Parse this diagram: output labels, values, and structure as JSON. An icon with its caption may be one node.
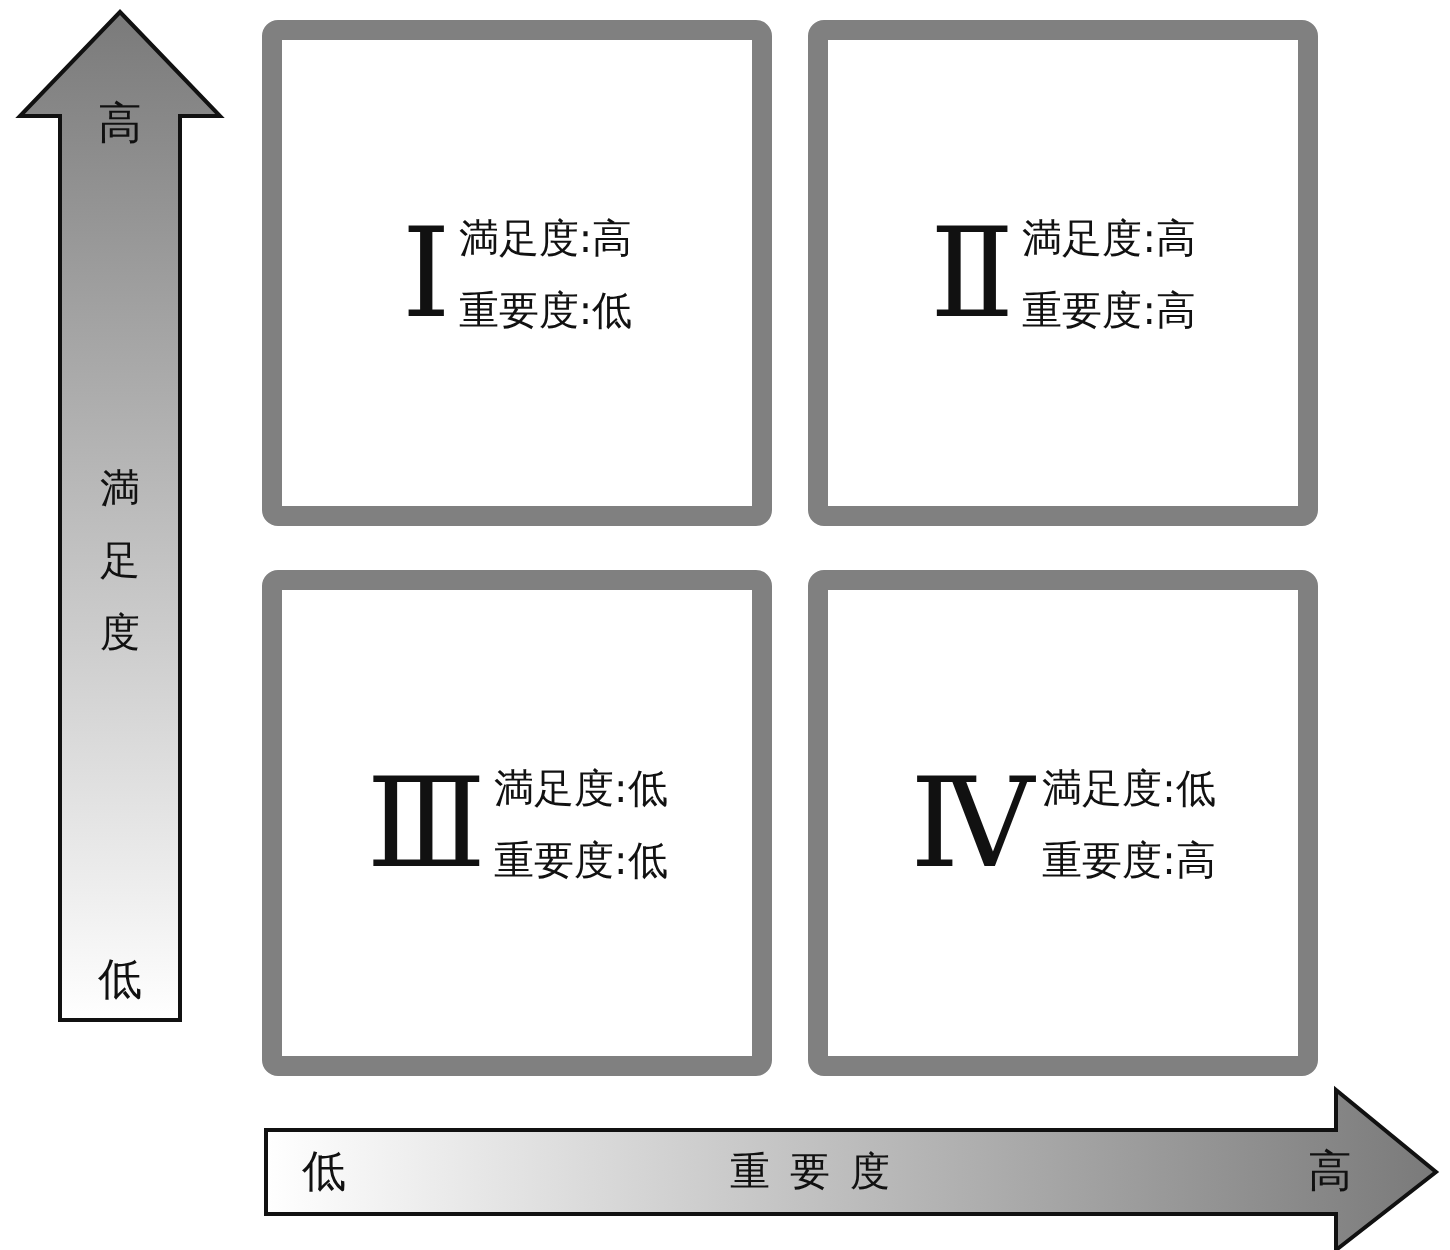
{
  "diagram": {
    "nodes": [
      {
        "text": [
          "Ⅰ",
          "満足度:高",
          "重要度:低"
        ]
      },
      {
        "text": [
          "Ⅱ",
          "満足度:高",
          "重要度:高"
        ]
      },
      {
        "text": [
          "Ⅲ",
          "満足度:低",
          "重要度:低"
        ]
      },
      {
        "text": [
          "Ⅳ",
          "満足度:低",
          "重要度:高"
        ]
      }
    ],
    "labels": [
      "高",
      "満足度",
      "低",
      "低",
      "重要度",
      "高"
    ]
  }
}
